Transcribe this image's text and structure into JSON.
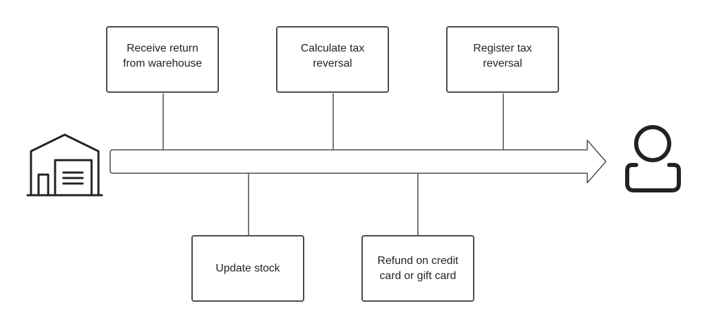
{
  "diagram": {
    "steps_top": [
      {
        "label": "Receive return\nfrom warehouse"
      },
      {
        "label": "Calculate tax\nreversal"
      },
      {
        "label": "Register tax\nreversal"
      }
    ],
    "steps_bottom": [
      {
        "label": "Update stock"
      },
      {
        "label": "Refund on credit\ncard or gift card"
      }
    ],
    "start_icon": "warehouse-icon",
    "end_icon": "user-icon",
    "colors": {
      "stroke": "#4a4a4a",
      "icon": "#1f2328",
      "text": "#222222"
    }
  }
}
